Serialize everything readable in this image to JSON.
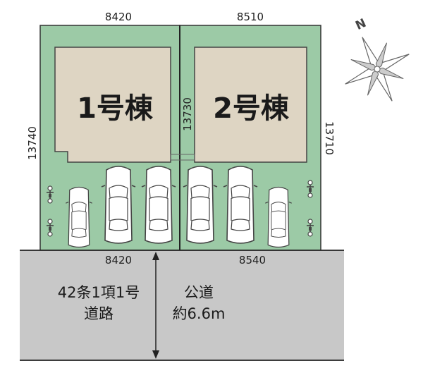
{
  "lot_widths_top": [
    "8420",
    "8510"
  ],
  "lot_widths_bottom": [
    "8420",
    "8540"
  ],
  "depths": {
    "left": "13740",
    "middle": "13730",
    "right": "13710"
  },
  "buildings": [
    "1号棟",
    "2号棟"
  ],
  "compass_label": "N",
  "road": {
    "type_line1": "42条1項1号",
    "type_line2": "道路",
    "kind": "公道",
    "width": "約6.6m"
  },
  "colors": {
    "lot": "#9ccaa6",
    "building": "#ded5c3",
    "road": "#c8c8c8",
    "outline": "#333333"
  }
}
